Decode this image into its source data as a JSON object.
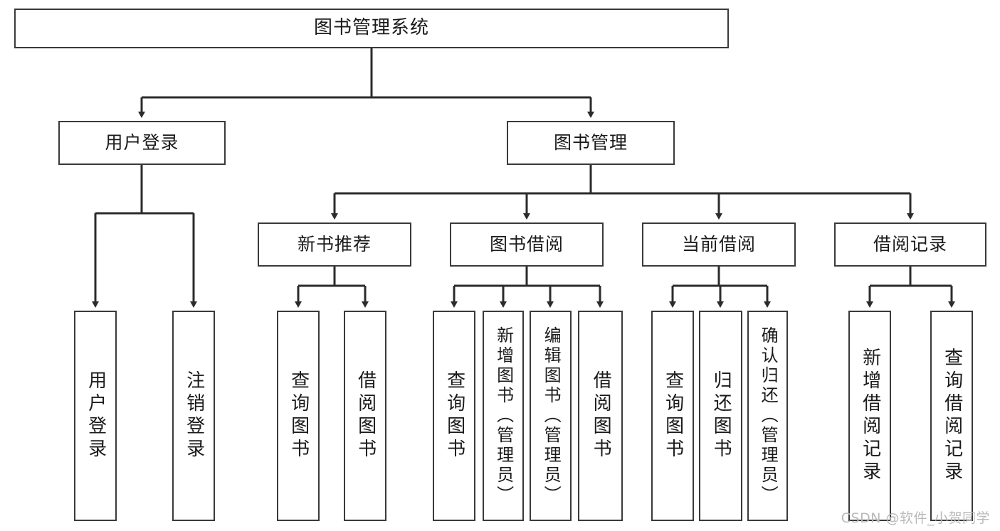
{
  "diagram": {
    "title": "图书管理系统",
    "type": "tree",
    "watermark": "CSDN @软件_小贺同学",
    "colors": {
      "border": "#3a3a3a",
      "background": "#ffffff",
      "text": "#1a1a1a",
      "connector": "#2b2b2b",
      "watermark": "#b9b9b9"
    },
    "levels": {
      "root": {
        "label": "图书管理系统"
      },
      "level2": [
        {
          "label": "用户登录"
        },
        {
          "label": "图书管理"
        }
      ],
      "level3": [
        {
          "label": "新书推荐"
        },
        {
          "label": "图书借阅"
        },
        {
          "label": "当前借阅"
        },
        {
          "label": "借阅记录"
        }
      ],
      "leaves": {
        "user_login": [
          {
            "label": "用户登录"
          },
          {
            "label": "注销登录"
          }
        ],
        "new_book_recommend": [
          {
            "label": "查询图书"
          },
          {
            "label": "借阅图书"
          }
        ],
        "book_borrow": [
          {
            "label": "查询图书"
          },
          {
            "label": "新增图书（管理员）"
          },
          {
            "label": "编辑图书（管理员）"
          },
          {
            "label": "借阅图书"
          }
        ],
        "current_borrow": [
          {
            "label": "查询图书"
          },
          {
            "label": "归还图书"
          },
          {
            "label": "确认归还（管理员）"
          }
        ],
        "borrow_record": [
          {
            "label": "新增借阅记录"
          },
          {
            "label": "查询借阅记录"
          }
        ]
      }
    }
  }
}
